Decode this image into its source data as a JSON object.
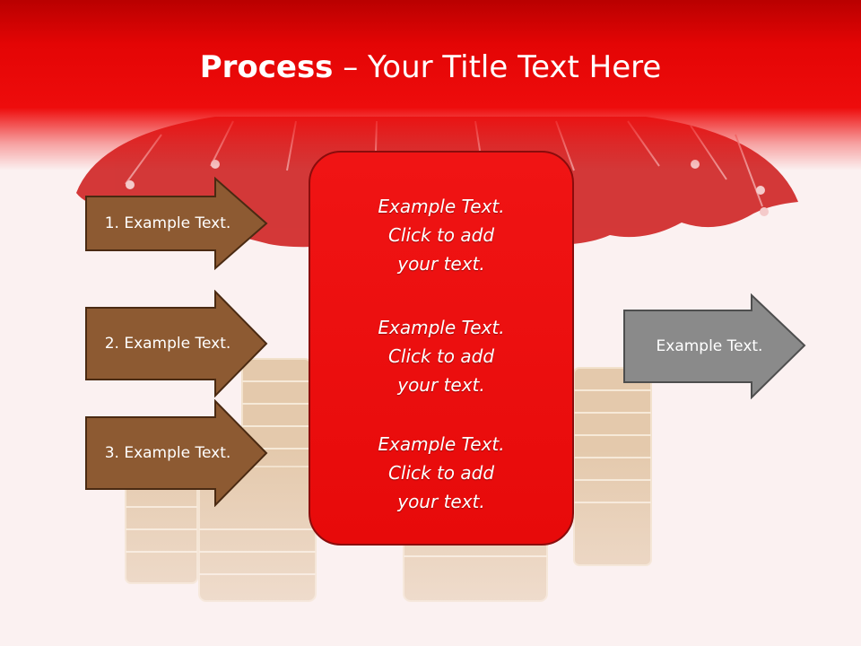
{
  "slide": {
    "title_bold": "Process",
    "title_rest": " – Your Title Text Here",
    "left_arrows": [
      {
        "label": "1. Example Text."
      },
      {
        "label": "2. Example Text."
      },
      {
        "label": "3. Example Text."
      }
    ],
    "center_blocks": [
      {
        "line1": "Example Text.",
        "line2": "Click  to add",
        "line3": "your text."
      },
      {
        "line1": "Example Text.",
        "line2": "Click  to add",
        "line3": "your text."
      },
      {
        "line1": "Example Text.",
        "line2": "Click  to add",
        "line3": "your text."
      }
    ],
    "right_arrow": {
      "label": "Example Text."
    }
  },
  "colors": {
    "header_red": "#e40505",
    "center_box_red": "#f01414",
    "left_arrow_fill": "#8d5a32",
    "right_arrow_fill": "#8a8a8a"
  }
}
